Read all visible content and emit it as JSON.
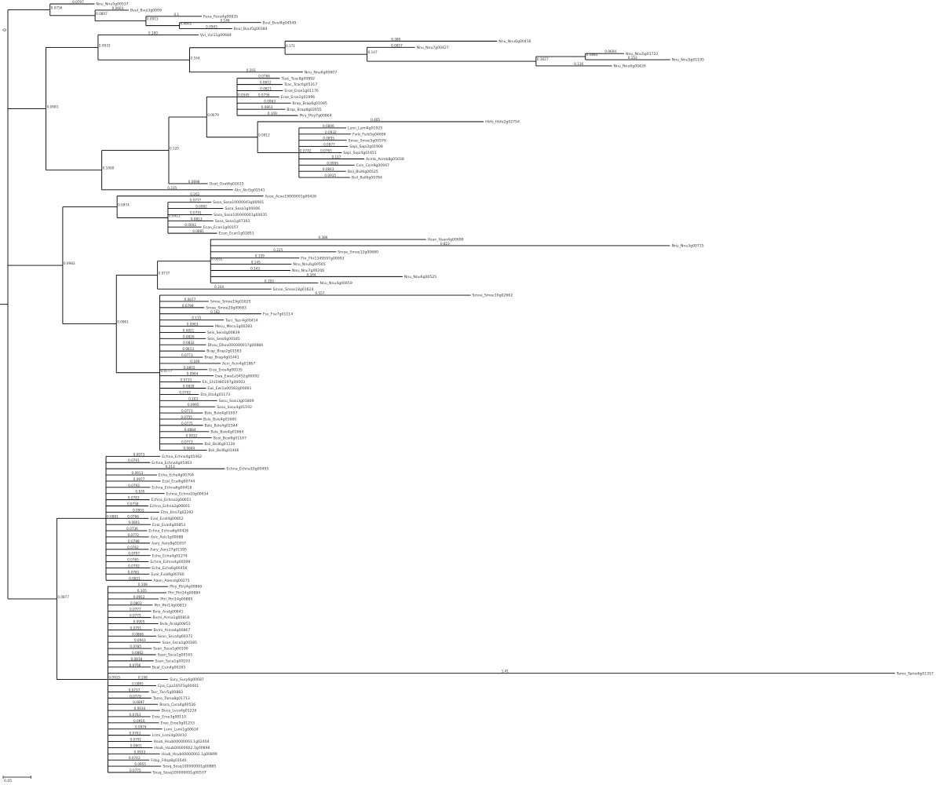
{
  "root_label": "0",
  "scale_bar": {
    "label": "0.05",
    "value": 0.05
  },
  "colors": {
    "branch": "#000000",
    "text": "#333333"
  },
  "tree": {
    "support": "0.0797",
    "children": [
      {
        "support": "0.0756",
        "children": [
          {
            "name": "Nnu_Nnu5g00537",
            "length": "0.0797"
          },
          {
            "support": "0.0807",
            "children": [
              {
                "name": "Bvul_Bvul3g0009",
                "length": "0.0603"
              },
              {
                "support": "0.0911",
                "children": [
                  {
                    "name": "Fexa_Fexa4g00835",
                    "length": "0.1"
                  },
                  {
                    "support": "0.0601",
                    "children": [
                      {
                        "name": "Bvul_Bvul4g04549",
                        "length": "0.146"
                      },
                      {
                        "name": "Bvul_Bvul5g00384",
                        "length": "0.0943"
                      }
                    ]
                  }
                ]
              }
            ]
          }
        ]
      },
      {
        "support": "0.0683",
        "children": [
          {
            "support": "0.0933",
            "children": [
              {
                "name": "Vvi_Vvi11g00684",
                "length": "0.180"
              },
              {
                "support": "0.164",
                "children": [
                  {
                    "support": "0.171",
                    "children": [
                      {
                        "name": "Nnu_Nnu6g00416",
                        "length": "0.380"
                      },
                      {
                        "support": "0.147",
                        "children": [
                          {
                            "name": "Nnu_Nnu7g00427",
                            "length": "0.0857"
                          },
                          {
                            "support": "0.3027",
                            "children": [
                              {
                                "support": "0.0884",
                                "children": [
                                  {
                                    "name": "Nnu_Nnu5g01722",
                                    "length": "0.0694"
                                  },
                                  {
                                    "name": "Nnu_Nnu5g01195",
                                    "length": "0.152"
                                  }
                                ]
                              },
                              {
                                "name": "Nnu_Nnu6g00426",
                                "length": "0.136"
                              }
                            ]
                          }
                        ]
                      }
                    ]
                  },
                  {
                    "name": "Nnu_Nnu6g00607",
                    "length": "0.203"
                  }
                ]
              }
            ]
          },
          {
            "support": "0.1000",
            "children": [
              {
                "support": "0.120",
                "children": [
                  {
                    "support": "0.0679",
                    "children": [
                      {
                        "support": "0.0545",
                        "children": [
                          {
                            "name": "Tcac_Tcac8g00892",
                            "length": "0.0766"
                          },
                          {
                            "name": "Tcac_Tcac6g05317",
                            "length": "0.0812"
                          },
                          {
                            "name": "Eroe_Eroe1g01176",
                            "length": "0.0821"
                          },
                          {
                            "name": "Eroe_Eroe2g01996",
                            "length": "0.0756"
                          },
                          {
                            "name": "Brap_Brap6g01085",
                            "length": "0.0963"
                          },
                          {
                            "name": "Brap_Brap8g02655",
                            "length": "0.0863"
                          },
                          {
                            "name": "Ptry_Ptry7g00864",
                            "length": "0.109"
                          }
                        ]
                      },
                      {
                        "support": "0.0912",
                        "children": [
                          {
                            "name": "Hkfo_Hkfo2g02754",
                            "length": "0.405"
                          },
                          {
                            "support": "0.0742",
                            "children": [
                              {
                                "name": "Lsmi_Lsmi4g01925",
                                "length": "0.0846"
                              },
                              {
                                "name": "Fsrb_Fsrb5g04666",
                                "length": "0.0932"
                              },
                              {
                                "name": "Smac_Smac5g00576",
                                "length": "0.0855"
                              },
                              {
                                "name": "Sapi_Sapi2g01908",
                                "length": "0.0877"
                              },
                              {
                                "name": "Sapi_Sapi4g01651",
                                "length": "0.0765"
                              },
                              {
                                "name": "Acmb_Acmb8g05038",
                                "length": "0.117"
                              },
                              {
                                "name": "Csin_Csin9g00947",
                                "length": "0.0995"
                              },
                              {
                                "name": "Bsil_Bsil6g00525",
                                "length": "0.0843"
                              },
                              {
                                "name": "Bsil_Bsil6g00784",
                                "length": "0.0915"
                              }
                            ]
                          }
                        ]
                      }
                    ]
                  },
                  {
                    "name": "Osat_Osat6g02615",
                    "length": "0.0698"
                  }
                ]
              },
              {
                "name": "Atri_Atri5g01541",
                "length": "0.235"
              }
            ]
          }
        ]
      },
      {
        "support": "0.0983",
        "children": [
          {
            "support": "0.0974",
            "children": [
              {
                "name": "Acoe_Acoe19000001g00426",
                "length": "0.262"
              },
              {
                "support": "0.0911",
                "children": [
                  {
                    "name": "Sosa_Sosa10000043g00001",
                    "length": "0.0777"
                  },
                  {
                    "name": "Sosa_Sosa1g00006",
                    "length": "0.0992"
                  },
                  {
                    "name": "Sosa_Sosa100000001g00035",
                    "length": "0.0791"
                  },
                  {
                    "name": "Sosa_Sosa1g07303",
                    "length": "0.0813"
                  },
                  {
                    "name": "Ecan_Ecan1g00157",
                    "length": "0.0602"
                  },
                  {
                    "name": "Ecan_Ecan1g01851",
                    "length": "0.0881"
                  }
                ]
              }
            ]
          },
          {
            "support": "0.0961",
            "children": [
              {
                "support": "0.0737",
                "children": [
                  {
                    "support": "0.0951",
                    "children": [
                      {
                        "name": "Hsan_Hsan4g00699",
                        "length": "0.386"
                      },
                      {
                        "name": "Nnu_Nnu3g00715",
                        "length": "0.823"
                      },
                      {
                        "name": "Smoe_Smoe12g00680",
                        "length": "0.225"
                      },
                      {
                        "name": "Fhr_Fhr1349597g00093",
                        "length": "0.159"
                      },
                      {
                        "name": "Nnu_Nnu6g00565",
                        "length": "0.145"
                      },
                      {
                        "name": "Nnu_Nnu7g00206",
                        "length": "0.143"
                      },
                      {
                        "name": "Nnu_Nnu6g00525",
                        "length": "0.344"
                      },
                      {
                        "name": "Nnu_Nnu4g00659",
                        "length": "0.193"
                      }
                    ]
                  },
                  {
                    "name": "Smoe_Smoe18g01624",
                    "length": "0.204"
                  }
                ]
              },
              {
                "support": "0.0777",
                "children": [
                  {
                    "name": "Smoe_Smoe16g02662",
                    "length": "0.557"
                  },
                  {
                    "name": "Smoe_Smoe19g01625",
                    "length": "0.0877"
                  },
                  {
                    "name": "Smoe_Smoe20g00683",
                    "length": "0.0798"
                  },
                  {
                    "name": "Fsv_Fsv7g01114",
                    "length": "0.182"
                  },
                  {
                    "name": "Tacr_Tacr4g00414",
                    "length": "0.115"
                  },
                  {
                    "name": "Mecu_Mecu1g00283",
                    "length": "0.0963"
                  },
                  {
                    "name": "Seis_Seis4g00839",
                    "length": "0.0821"
                  },
                  {
                    "name": "Seis_Seis6g00185",
                    "length": "0.0826"
                  },
                  {
                    "name": "Dhou_Dhou000000017g00884",
                    "length": "0.0832"
                  },
                  {
                    "name": "Brap_Brap2g01583",
                    "length": "0.0813"
                  },
                  {
                    "name": "Brap_Brap4g01441",
                    "length": "0.0773"
                  },
                  {
                    "name": "Acni_Acni4g01867",
                    "length": "0.109"
                  },
                  {
                    "name": "Eros_Eros4g00535",
                    "length": "0.0855"
                  },
                  {
                    "name": "Ewa_Ewa1a5452g00092",
                    "length": "0.0964"
                  },
                  {
                    "name": "Ehi_Ehi1980197g00003",
                    "length": "0.0733"
                  },
                  {
                    "name": "Ewi_Ewi1a00582g00061",
                    "length": "0.0828"
                  },
                  {
                    "name": "Eta_Eta4g01173",
                    "length": "0.0702"
                  },
                  {
                    "name": "Sosu_Sosu3g01800",
                    "length": "0.103"
                  },
                  {
                    "name": "Sosu_Sosu4g01192",
                    "length": "0.0995"
                  },
                  {
                    "name": "Bsle_Bsle4g01657",
                    "length": "0.0773"
                  },
                  {
                    "name": "Bsle_Bsle4g01660",
                    "length": "0.0755"
                  },
                  {
                    "name": "Bsle_Bsle4g02544",
                    "length": "0.0775"
                  },
                  {
                    "name": "Bsle_Bsle4g01664",
                    "length": "0.0884"
                  },
                  {
                    "name": "Bcol_Bcol6g01167",
                    "length": "0.0932"
                  },
                  {
                    "name": "Bsil_Bsil6g01130",
                    "length": "0.0773"
                  },
                  {
                    "name": "Bsil_Bsil6g01466",
                    "length": "0.0844"
                  }
                ]
              }
            ]
          }
        ]
      },
      {
        "support": "0.0877",
        "children": [
          {
            "support": "0.0881",
            "children": [
              {
                "name": "Echna_Echna4g05462",
                "length": "0.0973"
              },
              {
                "name": "Echna_Echna4g05463",
                "length": "0.0791"
              },
              {
                "name": "Echna_Echna10g00495",
                "length": "0.213"
              },
              {
                "name": "Echa_Echa4g00704",
                "length": "0.0913"
              },
              {
                "name": "Ecal_Ecal6g00744",
                "length": "0.0977"
              },
              {
                "name": "Echna_Echna6g00418",
                "length": "0.0793"
              },
              {
                "name": "Echna_Echna10g00634",
                "length": "0.105"
              },
              {
                "name": "Echna_Echna2g00651",
                "length": "0.0783"
              },
              {
                "name": "Echna_Echna2g00661",
                "length": "0.0758"
              },
              {
                "name": "Etro_Etro7g02292",
                "length": "0.0955"
              },
              {
                "name": "Eval_Eval4g00852",
                "length": "0.0766"
              },
              {
                "name": "Eval_Eval4g00853",
                "length": "0.0801"
              },
              {
                "name": "Echna_Echna6g00426",
                "length": "0.0736"
              },
              {
                "name": "Aslc_Aslc1g00088",
                "length": "0.0772"
              },
              {
                "name": "Aary_Aary8g01657",
                "length": "0.0788"
              },
              {
                "name": "Aary_Aary17g01595",
                "length": "0.0762"
              },
              {
                "name": "Echa_Echa4g01274",
                "length": "0.0797"
              },
              {
                "name": "Echna_Echna4g00599",
                "length": "0.0765"
              },
              {
                "name": "Echa_Echa6g00456",
                "length": "0.0792"
              },
              {
                "name": "Eval_Eval6g00760",
                "length": "0.0781"
              },
              {
                "name": "Aaen_Aaen4g00275",
                "length": "0.0821"
              }
            ]
          },
          {
            "support": "0.0915",
            "children": [
              {
                "name": "Ptry_Ptry4g00860",
                "length": "0.108"
              },
              {
                "name": "Ptri_Ptri14g00884",
                "length": "0.105"
              },
              {
                "name": "Ptri_Ptri14g00885",
                "length": "0.0912"
              },
              {
                "name": "Ptri_Ptri14g00813",
                "length": "0.0803"
              },
              {
                "name": "Bvla_Aralg00841",
                "length": "0.0777"
              },
              {
                "name": "Bvmi_Arma1g00818",
                "length": "0.0775"
              },
              {
                "name": "Bvla_Aralg00853",
                "length": "0.0905"
              },
              {
                "name": "Bvmi_Arma4g00867",
                "length": "0.0791"
              },
              {
                "name": "Ssan_Ssca4g00371",
                "length": "0.0866"
              },
              {
                "name": "Ssan_Ssca1g00185",
                "length": "0.0943"
              },
              {
                "name": "Ssan_Ssca1g00190",
                "length": "0.0785"
              },
              {
                "name": "Ssan_Ssca1g00165",
                "length": "0.0862"
              },
              {
                "name": "Ssan_Ssca1g00193",
                "length": "0.0818"
              },
              {
                "name": "Bcal_Csin4g00283",
                "length": "0.0766"
              },
              {
                "name": "Tamo_Tamo6g01357",
                "length": "1.41"
              },
              {
                "name": "Sury_Sury6g00687",
                "length": "0.108"
              },
              {
                "name": "Cpa_Cpa16573g00001",
                "length": "0.0865"
              },
              {
                "name": "Tacr_Tacr5g00883",
                "length": "0.0737"
              },
              {
                "name": "Tamo_Tamo8g01713",
                "length": "0.0779"
              },
              {
                "name": "Brora_Cora4g00536",
                "length": "0.0897"
              },
              {
                "name": "Bvca_Lvca4g01226",
                "length": "0.0934"
              },
              {
                "name": "Eroe_Eroe3g00110",
                "length": "0.0763"
              },
              {
                "name": "Eroe_Eroe5g01253",
                "length": "0.0916"
              },
              {
                "name": "Lsmi_Lsmi1g00624",
                "length": "0.0974"
              },
              {
                "name": "Lsmi_Lsmi4g00410",
                "length": "0.0763"
              },
              {
                "name": "Hsub_Hsub00000003.1g02404",
                "length": "0.0791"
              },
              {
                "name": "Hsub_Hsub00000002.1g00898",
                "length": "0.0801"
              },
              {
                "name": "Hsub_Hsub00000002.1g00899",
                "length": "0.0933"
              },
              {
                "name": "Fdop_Fdop8g01640",
                "length": "0.0743"
              },
              {
                "name": "Sosq_Sosq100000001g00885",
                "length": "0.0955"
              },
              {
                "name": "Sosq_Sosq100000001g00537",
                "length": "0.0775"
              }
            ]
          }
        ]
      }
    ]
  }
}
